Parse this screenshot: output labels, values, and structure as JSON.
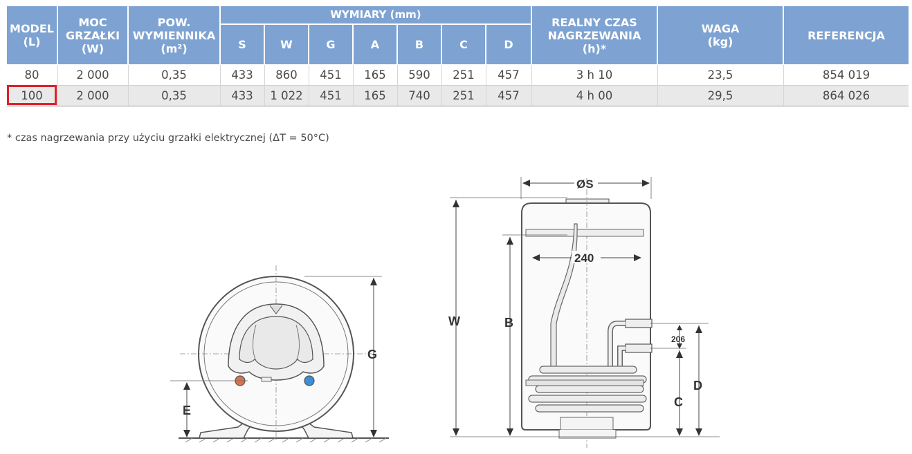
{
  "table": {
    "headers": {
      "model": "MODEL\n(L)",
      "power": "MOC\nGRZAŁKI\n(W)",
      "exchanger": "POW.\nWYMIENNIKA\n(m²)",
      "dims_group": "WYMIARY (mm)",
      "dims": [
        "S",
        "W",
        "G",
        "A",
        "B",
        "C",
        "D"
      ],
      "heating": "REALNY CZAS\nNAGRZEWANIA\n(h)*",
      "weight": "WAGA\n(kg)",
      "reference": "REFERENCJA"
    },
    "rows": [
      {
        "model": "80",
        "power": "2 000",
        "exchanger": "0,35",
        "dims": [
          "433",
          "860",
          "451",
          "165",
          "590",
          "251",
          "457"
        ],
        "heating": "3 h 10",
        "weight": "23,5",
        "reference": "854 019"
      },
      {
        "model": "100",
        "power": "2 000",
        "exchanger": "0,35",
        "dims": [
          "433",
          "1 022",
          "451",
          "165",
          "740",
          "251",
          "457"
        ],
        "heating": "4 h 00",
        "weight": "29,5",
        "reference": "864 026"
      }
    ],
    "highlighted_row": 1
  },
  "footnote": "* czas nagrzewania przy użyciu grzałki elektrycznej (ΔT = 50°C)",
  "diagram_labels": {
    "front": {
      "g": "G",
      "e": "E"
    },
    "side": {
      "s": "ØS",
      "w": "W",
      "b": "B",
      "c": "C",
      "d": "D",
      "d240": "240",
      "d206": "206"
    }
  },
  "colors": {
    "header_bg": "#7ea3d2",
    "highlight": "#e0202a",
    "row_alt": "#e9e9e9",
    "hot": "#d9734e",
    "cold": "#3a8fd6"
  }
}
